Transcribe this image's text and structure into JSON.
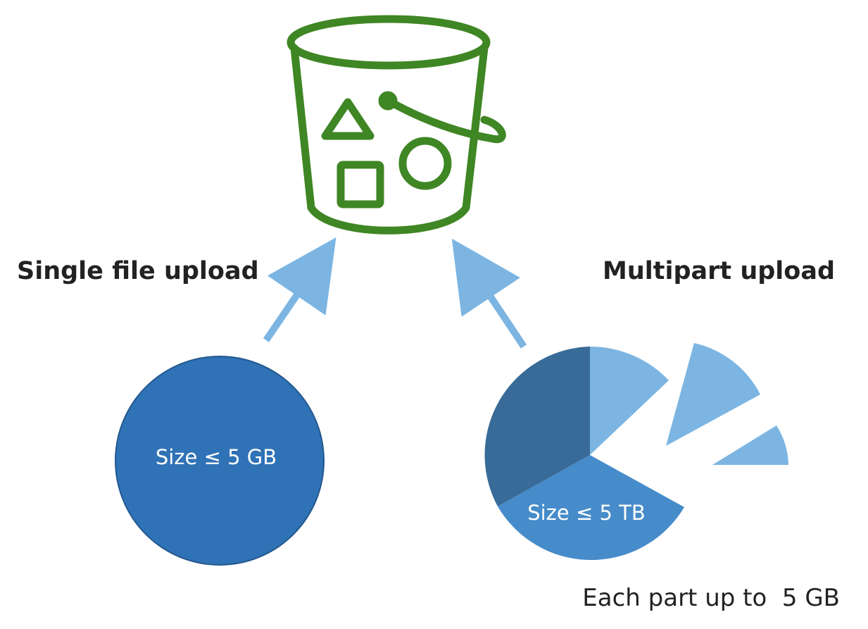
{
  "labels": {
    "single_upload": "Single file upload",
    "multipart_upload": "Multipart upload",
    "single_size": "Size ≤ 5 GB",
    "multipart_size": "Size ≤ 5 TB",
    "part_size_note": "Each part up to  5 GB"
  },
  "icons": {
    "bucket": "storage-bucket-icon"
  },
  "colors": {
    "bucket_green": "#3f8624",
    "arrow_blue": "#7cb5e2",
    "single_circle": "#2f72b6",
    "pie_dark": "#386b98",
    "pie_medium": "#468bca",
    "pie_light": "#7cb5e2",
    "text_dark": "#222222",
    "text_white": "#ffffff"
  }
}
